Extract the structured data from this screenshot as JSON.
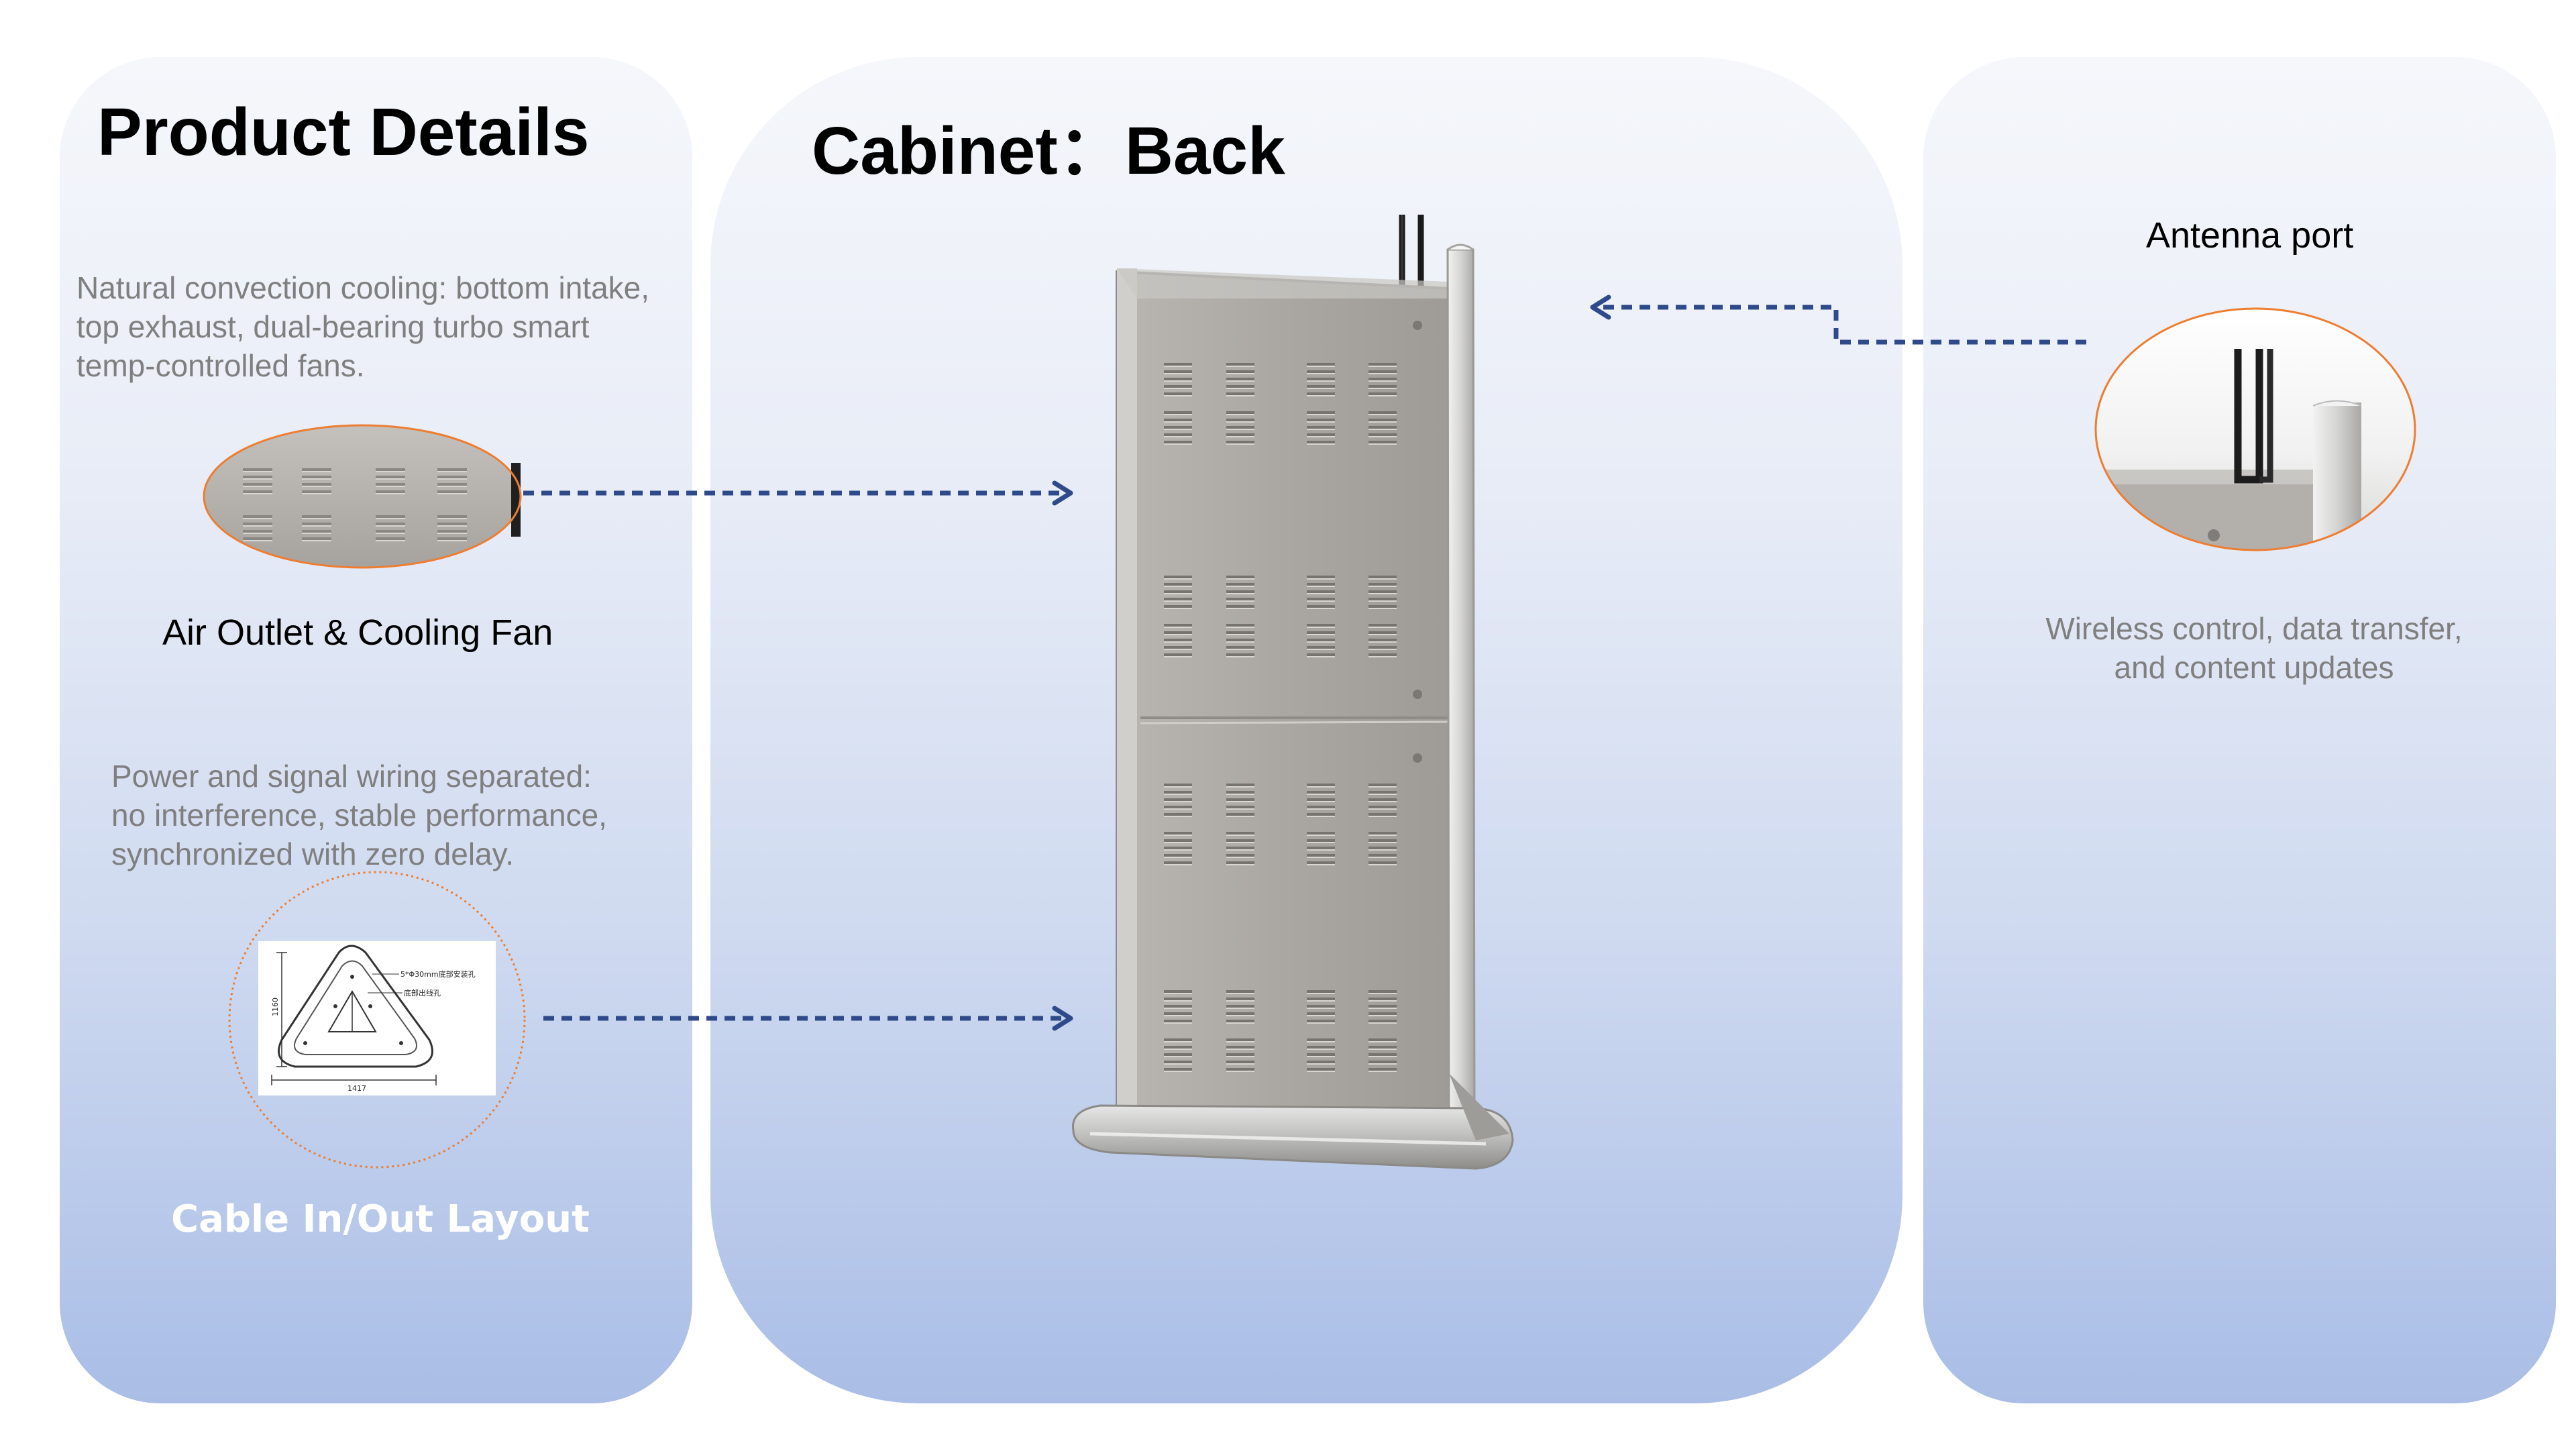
{
  "left_panel": {
    "title": "Product Details",
    "cooling_description": [
      "Natural convection cooling: bottom intake,",
      "top exhaust, dual-bearing turbo smart",
      "temp-controlled fans."
    ],
    "cooling_label": "Air Outlet & Cooling Fan",
    "wiring_description": [
      "Power and signal wiring separated:",
      "no interference, stable performance,",
      "synchronized with zero delay."
    ],
    "cable_label": "Cable In/Out Layout",
    "diagram_text": {
      "mount_hole_note": "5*Φ30mm底部安装孔",
      "outlet_note": "底部出线孔",
      "height_dim": "1160",
      "width_dim": "1417"
    }
  },
  "middle_panel": {
    "title": "Cabinet：Back"
  },
  "right_panel": {
    "antenna_label": "Antenna port",
    "antenna_description": [
      "Wireless control, data transfer,",
      "and content updates"
    ]
  },
  "colors": {
    "arrow": "#2f4a8a",
    "highlight_ring": "#ed7d31",
    "panel_top": "#f5f7fb",
    "panel_bottom": "#a9bde6"
  }
}
